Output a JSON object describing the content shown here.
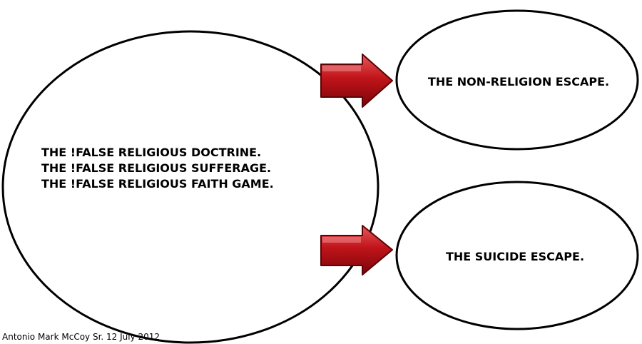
{
  "main_circle": {
    "lines": [
      "THE !FALSE RELIGIOUS DOCTRINE.",
      "THE !FALSE RELIGIOUS SUFFERAGE.",
      "THE !FALSE RELIGIOUS FAITH GAME."
    ]
  },
  "escapes": [
    {
      "label": "THE NON-RELIGION ESCAPE."
    },
    {
      "label": "THE SUICIDE ESCAPE."
    }
  ],
  "credit": "Antonio Mark McCoy Sr. 12 July 2012",
  "colors": {
    "arrow_light": "#e8585a",
    "arrow_mid": "#c0141a",
    "arrow_dark": "#7a0509",
    "outline": "#000000"
  }
}
